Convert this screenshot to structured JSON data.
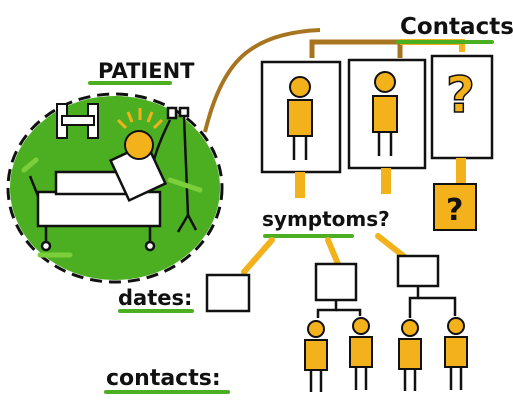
{
  "labels": {
    "patient": "PATIENT",
    "contacts_top": "Contacts",
    "symptoms": "symptoms?",
    "dates": "dates:",
    "contacts_bottom": "contacts:",
    "unknown_mark": "?"
  },
  "colors": {
    "green": "#4caf22",
    "light_green": "#7ccf3a",
    "orange": "#f3b21b",
    "brown": "#a7741f",
    "ink": "#111111"
  }
}
